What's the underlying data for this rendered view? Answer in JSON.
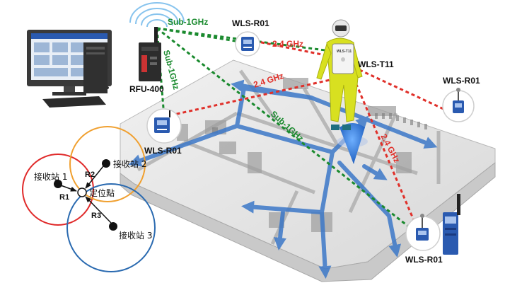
{
  "labels": {
    "rfu": "RFU-400",
    "wls_r01_top": "WLS-R01",
    "wls_r01_left": "WLS-R01",
    "wls_r01_right": "WLS-R01",
    "wls_r01_bottom": "WLS-R01",
    "wls_t11": "WLS-T11",
    "device_tag": "WLS-T11"
  },
  "links": {
    "sub1_top": "Sub-1GHz",
    "sub1_vertical": "Sub-1GHz",
    "sub1_middle": "Sub-1GHz",
    "ghz24_top": "2.4 GHz",
    "ghz24_left": "2.4 GHz",
    "ghz24_right": "2.4 GHz"
  },
  "trilateration": {
    "station1": "接收站 1",
    "station2": "接收站 2",
    "station3": "接收站 3",
    "target": "定位點",
    "r1": "R1",
    "r2": "R2",
    "r3": "R3"
  },
  "colors": {
    "sub1_link": "#1a8a2e",
    "ghz24_link": "#e0302a",
    "circle1": "#e02a2a",
    "circle2": "#f0a030",
    "circle3": "#2a6ab0",
    "flow_arrow": "#3c78c8",
    "worker_suit": "#d8e020",
    "device_blue": "#2a5ab0"
  },
  "icons": {
    "computer": "desktop-computer-icon",
    "gateway": "rfu-gateway-icon",
    "receiver": "receiver-node-icon",
    "tag": "wearable-tag-icon",
    "worker": "worker-hazmat-icon",
    "location_pin": "location-pin-icon"
  }
}
